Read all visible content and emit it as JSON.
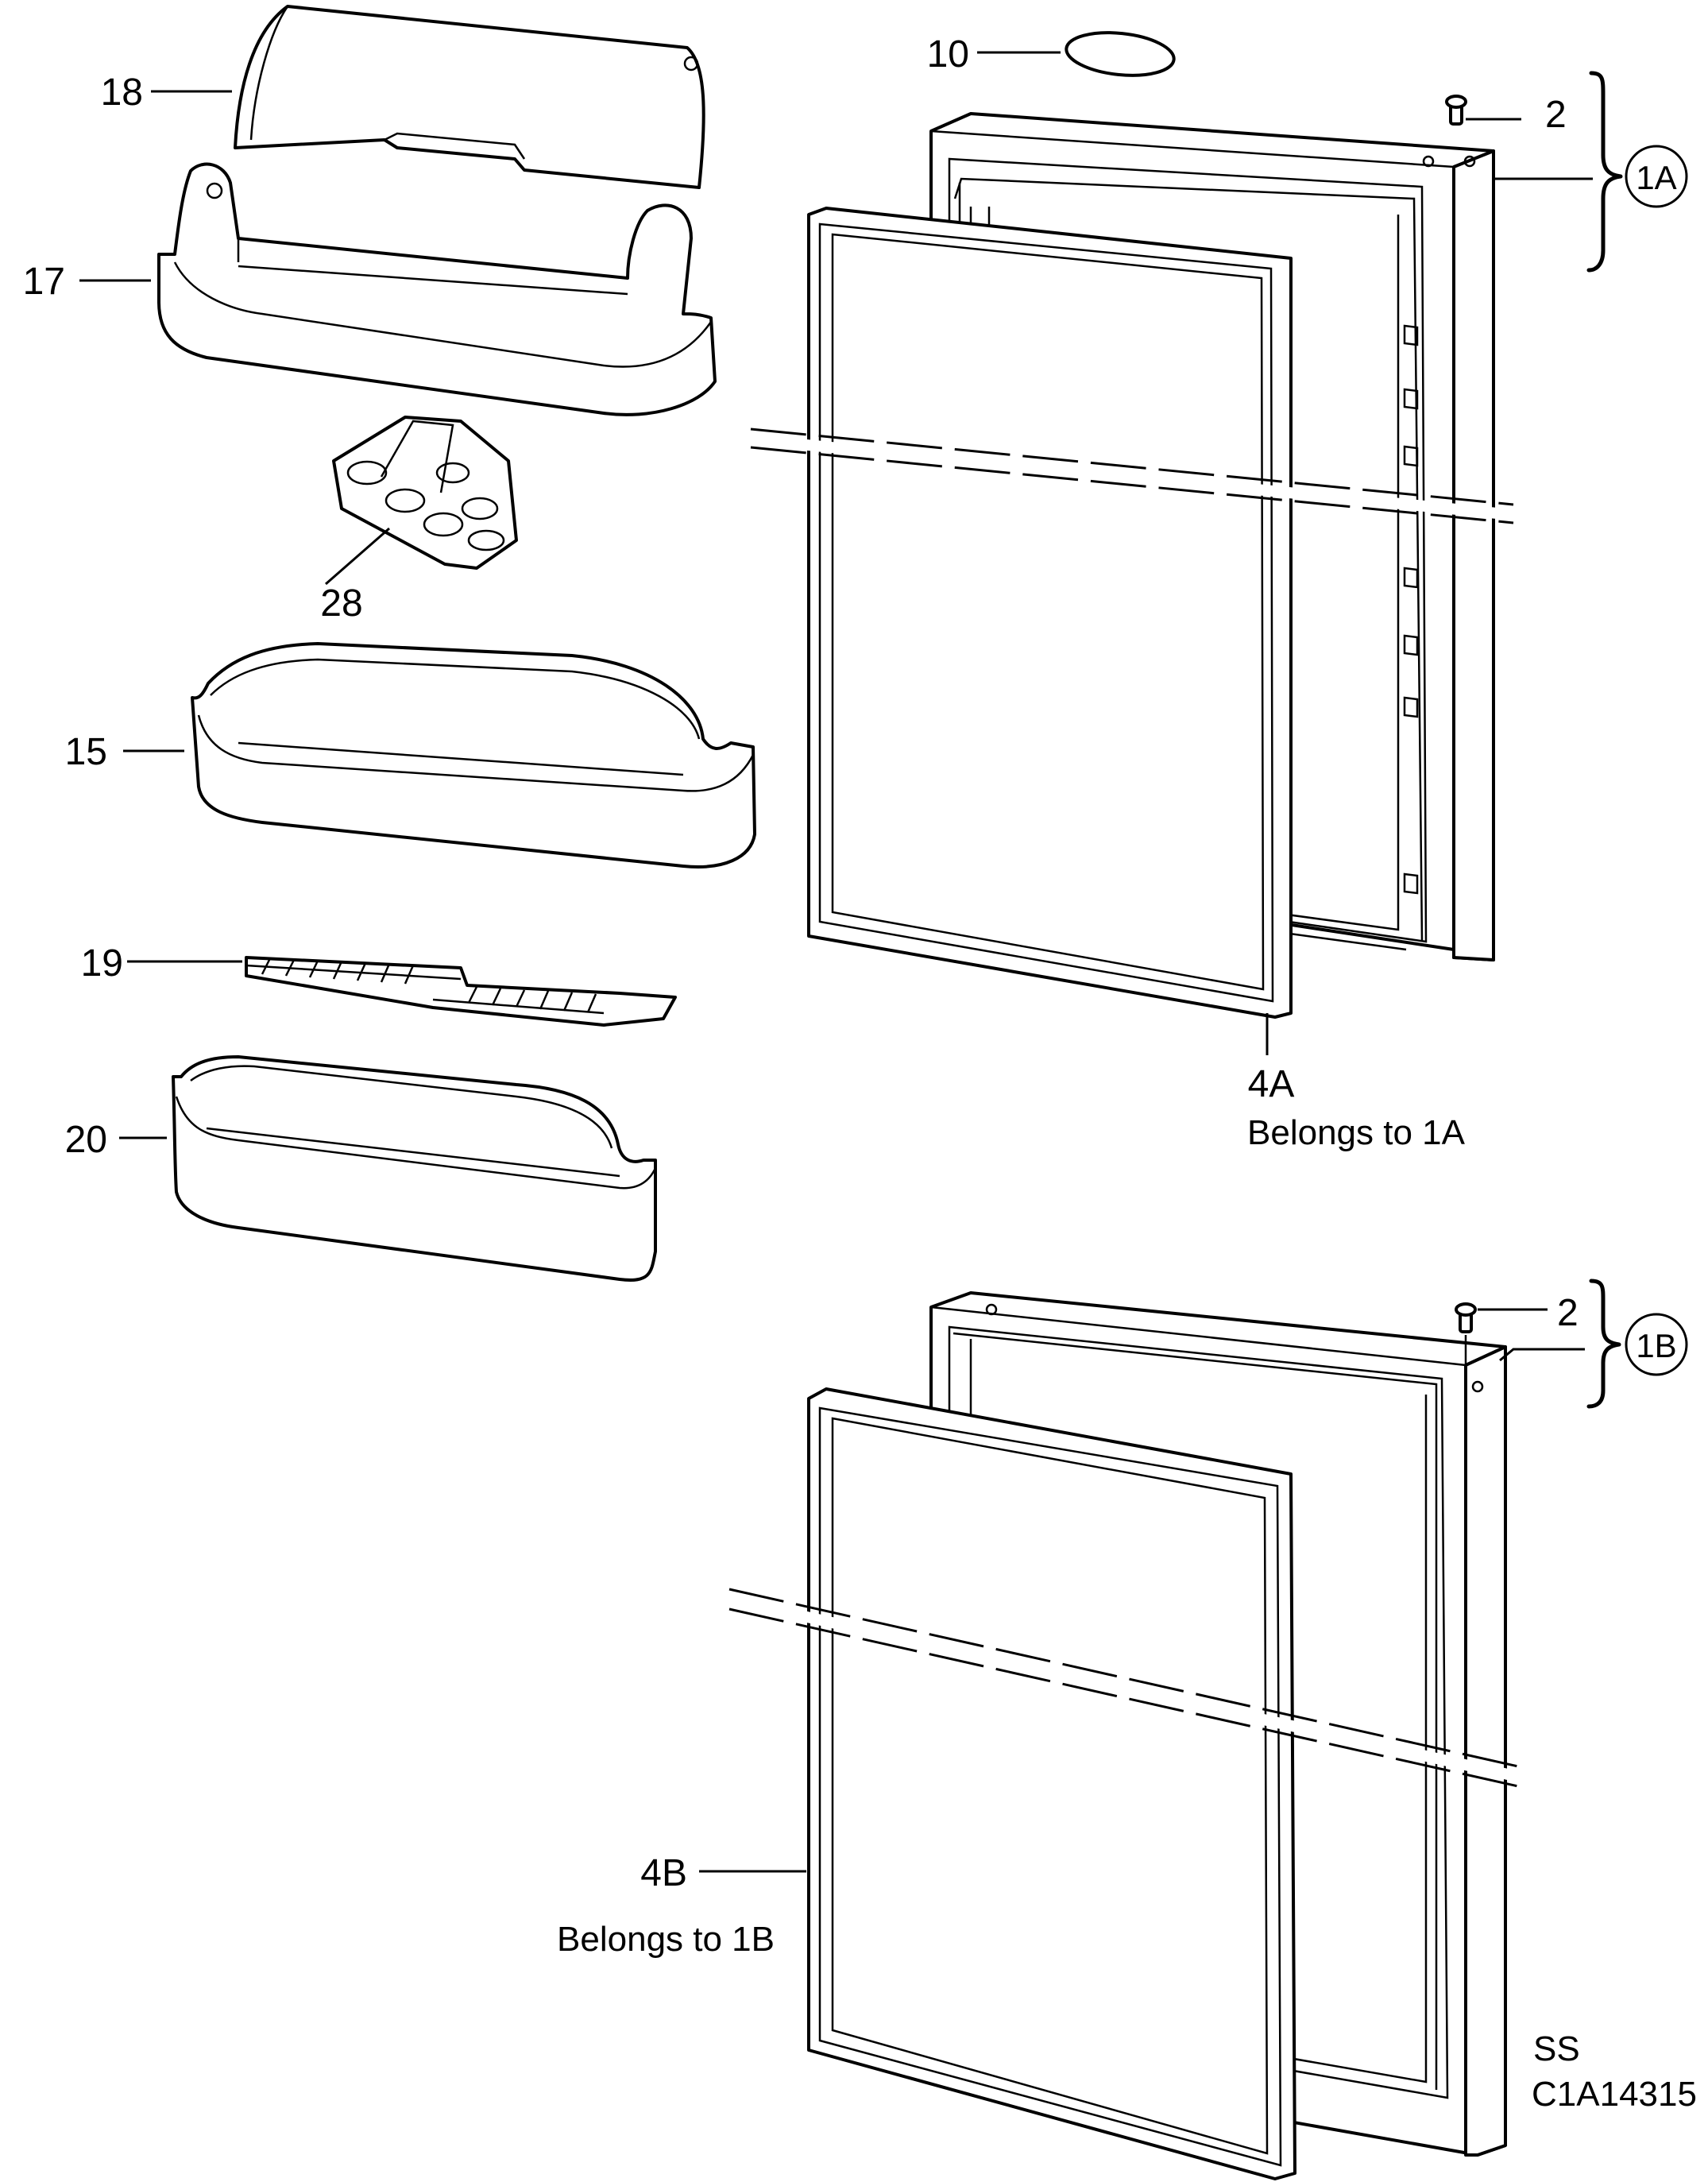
{
  "labels": {
    "p18": "18",
    "p17": "17",
    "p28": "28",
    "p15": "15",
    "p19": "19",
    "p20": "20",
    "p10": "10",
    "p2a": "2",
    "p2b": "2",
    "p1a": "1A",
    "p1b": "1B",
    "p4a": "4A",
    "p4b": "4B",
    "note4a": "Belongs to 1A",
    "note4b": "Belongs to 1B",
    "code1": "SS",
    "code2": "C1A14315"
  }
}
